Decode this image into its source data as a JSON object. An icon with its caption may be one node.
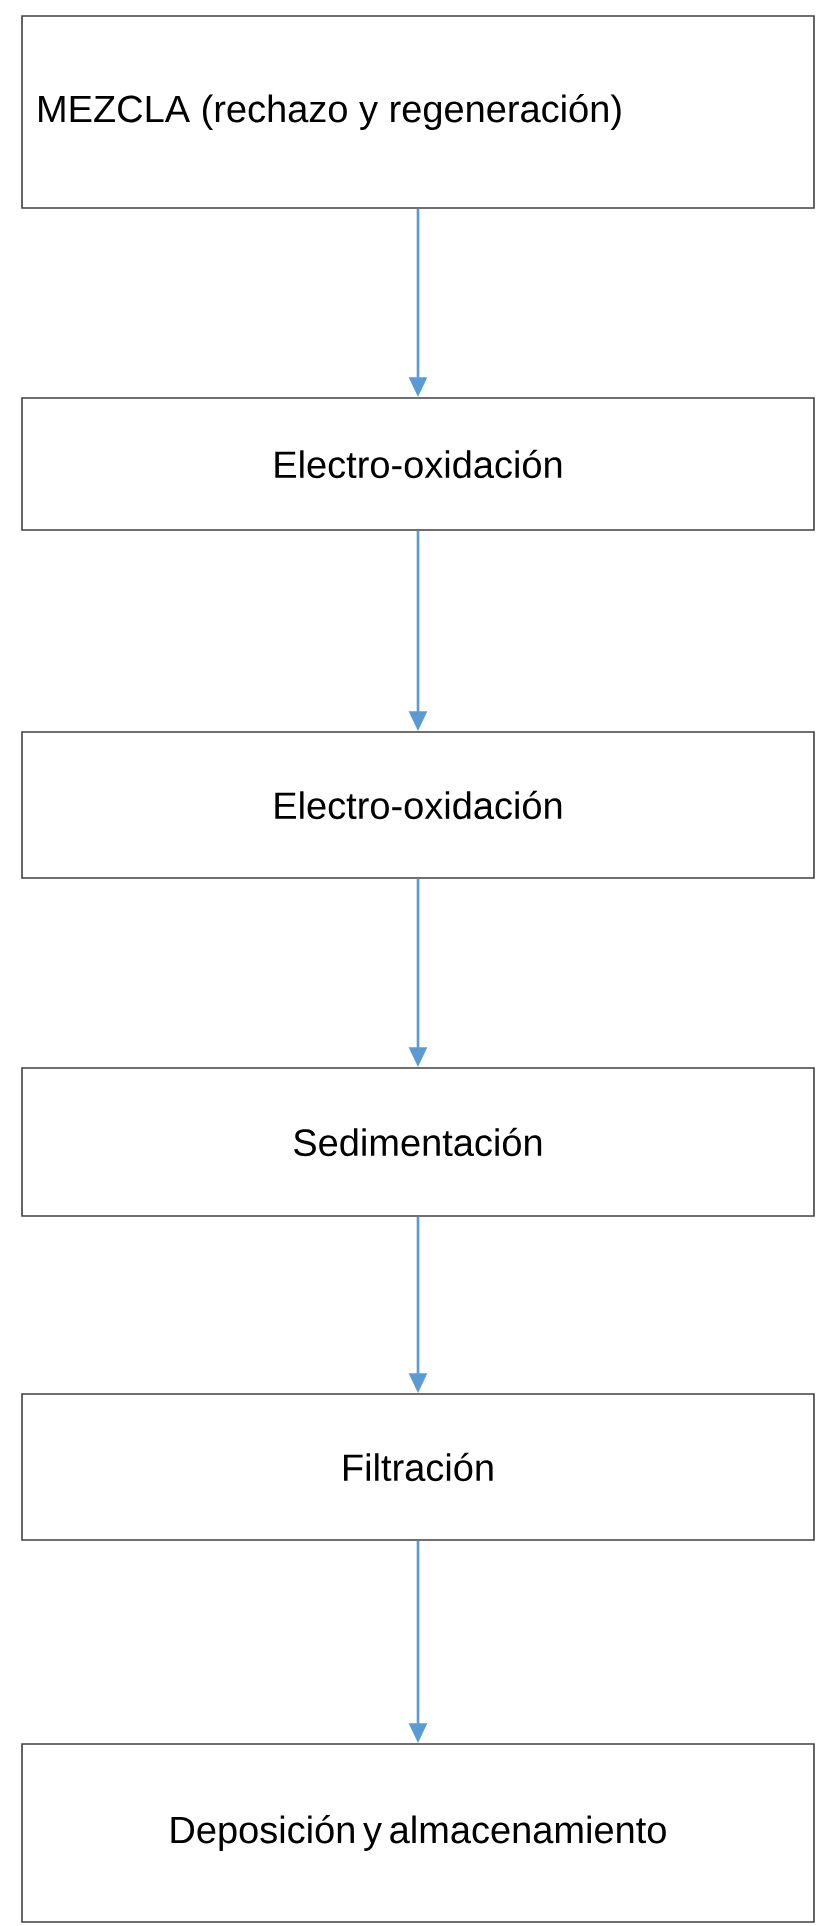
{
  "diagram": {
    "nodes": [
      {
        "text": [
          "MEZCLA (rechazo y regeneración)"
        ]
      },
      {
        "text": [
          "Electro-oxidación"
        ]
      },
      {
        "text": [
          "Electro-oxidación"
        ]
      },
      {
        "text": [
          "Sedimentación"
        ]
      },
      {
        "text": [
          "Filtración"
        ]
      },
      {
        "text": [
          "Deposición y almacenamiento"
        ]
      }
    ],
    "edges": [
      {
        "from": 0,
        "to": 1,
        "arrow": "to"
      },
      {
        "from": 1,
        "to": 2,
        "arrow": "to"
      },
      {
        "from": 2,
        "to": 3,
        "arrow": "to"
      },
      {
        "from": 3,
        "to": 4,
        "arrow": "to"
      },
      {
        "from": 4,
        "to": 5,
        "arrow": "to"
      }
    ]
  }
}
